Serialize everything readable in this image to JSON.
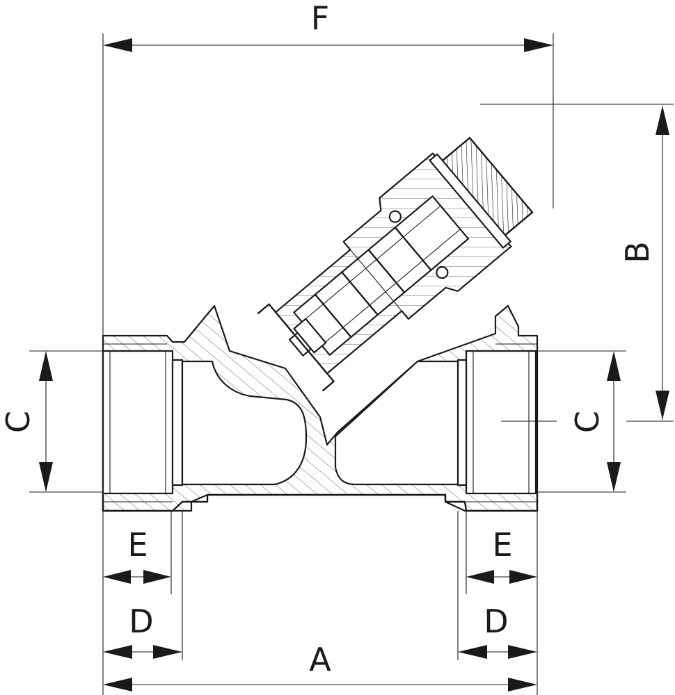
{
  "dimensions": {
    "F": "F",
    "B": "B",
    "C_left": "C",
    "C_right": "C",
    "E_left": "E",
    "E_right": "E",
    "D_left": "D",
    "D_right": "D",
    "A": "A"
  }
}
